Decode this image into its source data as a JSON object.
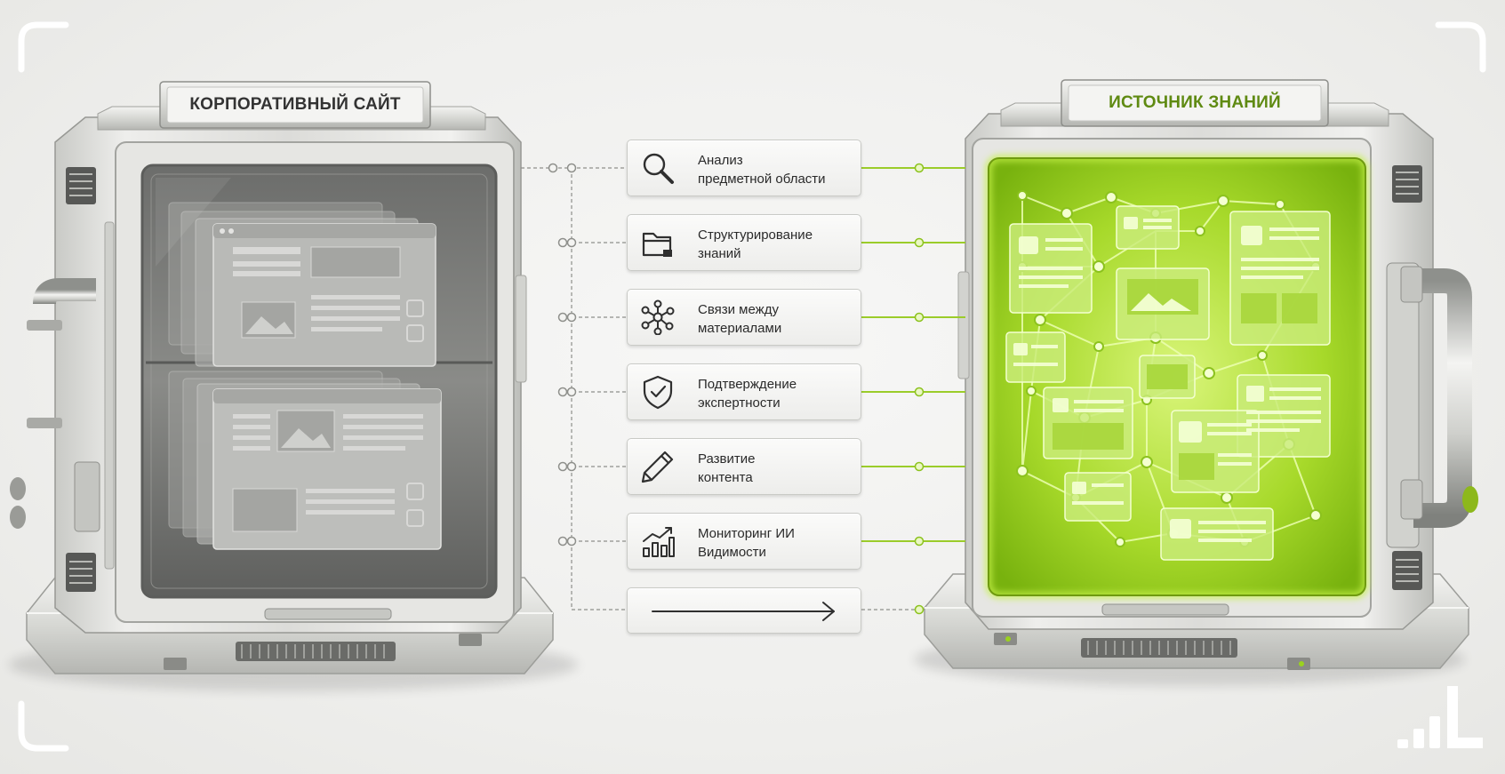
{
  "left_module": {
    "label": "КОРПОРАТИВНЫЙ САЙТ"
  },
  "right_module": {
    "label": "ИСТОЧНИК ЗНАНИЙ",
    "accent_color": "#8cc21e",
    "label_color": "#5f8a12"
  },
  "steps": [
    {
      "icon": "search-icon",
      "line1": "Анализ",
      "line2": "предметной области"
    },
    {
      "icon": "folder-icon",
      "line1": "Структурирование",
      "line2": "знаний"
    },
    {
      "icon": "network-icon",
      "line1": "Связи между",
      "line2": "материалами"
    },
    {
      "icon": "shield-check-icon",
      "line1": "Подтверждение",
      "line2": "экспертности"
    },
    {
      "icon": "pencil-icon",
      "line1": "Развитие",
      "line2": "контента"
    },
    {
      "icon": "chart-growth-icon",
      "line1": "Мониторинг ИИ",
      "line2": "Видимости"
    }
  ],
  "final_step": {
    "icon": "arrow-right-icon"
  },
  "corner_logo": {
    "icon": "bar-chart-logo-icon"
  }
}
